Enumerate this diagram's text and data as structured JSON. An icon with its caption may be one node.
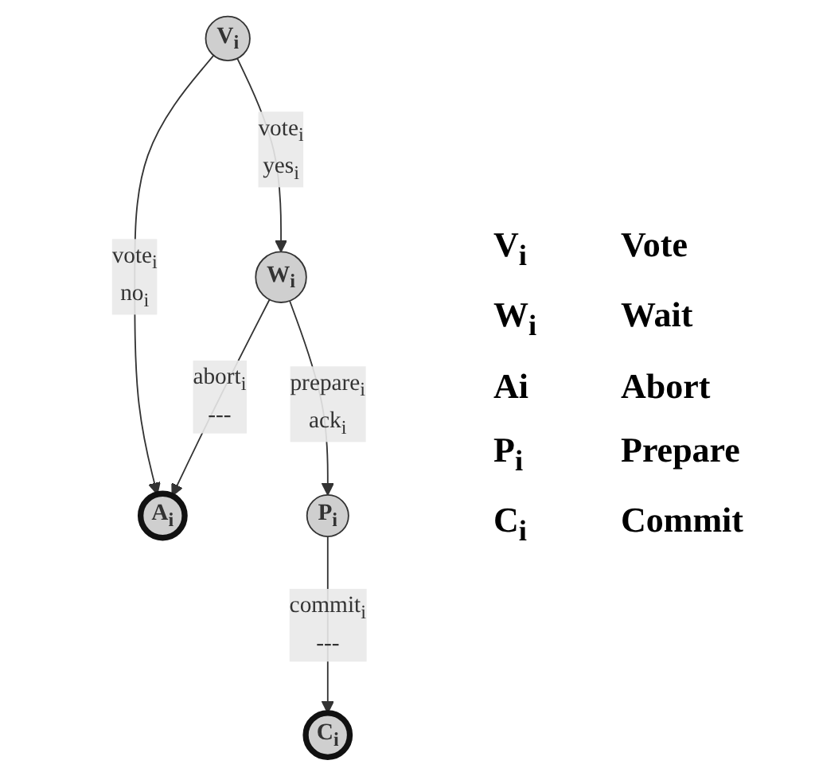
{
  "diagram": {
    "nodes": [
      {
        "text": [
          "V$_{i}$"
        ]
      },
      {
        "text": [
          "W$_{i}$"
        ]
      },
      {
        "text": [
          "A$_{i}$"
        ]
      },
      {
        "text": [
          "P$_{i}$"
        ]
      },
      {
        "text": [
          "C$_{i}$"
        ]
      }
    ],
    "edges": [
      {
        "from": 0,
        "to": 1,
        "arrow": "to",
        "label": "vote$_{i}$ yes$_{i}$"
      },
      {
        "from": 0,
        "to": 2,
        "arrow": "to",
        "label": "vote$_{i}$ no$_{i}$"
      },
      {
        "from": 1,
        "to": 2,
        "arrow": "to",
        "label": "abort$_{i}$ ---"
      },
      {
        "from": 1,
        "to": 3,
        "arrow": "to",
        "label": "prepare$_{i}$ ack$_{i}$"
      },
      {
        "from": 3,
        "to": 4,
        "arrow": "to",
        "label": "commit$_{i}$ ---"
      }
    ],
    "labels": [
      "V$_{i}$",
      "Vote",
      "W$_{i}$",
      "Wait",
      "Ai",
      "Abort",
      "P$_{i}$",
      "Prepare",
      "C$_{i}$",
      "Commit"
    ]
  }
}
